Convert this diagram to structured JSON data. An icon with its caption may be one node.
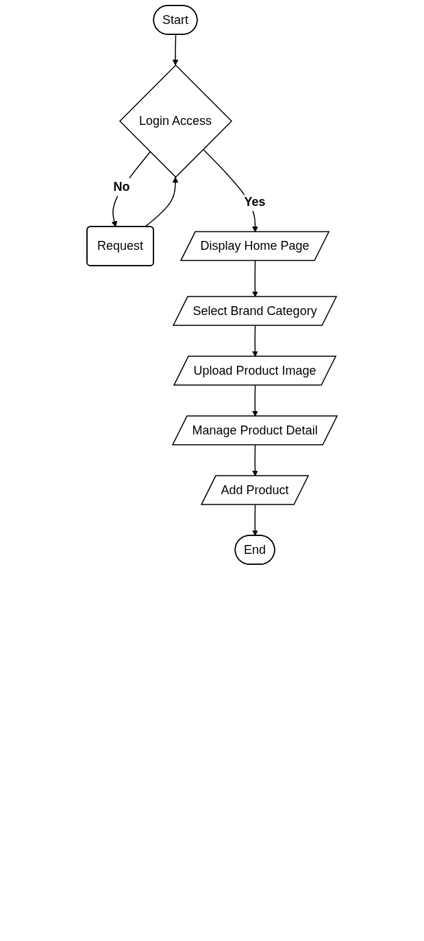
{
  "diagram": {
    "nodes": [
      {
        "text": [
          "Start"
        ]
      },
      {
        "text": [
          "Login Access"
        ]
      },
      {
        "text": [
          "Request"
        ]
      },
      {
        "text": [
          "Display Home Page"
        ]
      },
      {
        "text": [
          "Select Brand Category"
        ]
      },
      {
        "text": [
          "Upload Product Image"
        ]
      },
      {
        "text": [
          "Manage Product Detail"
        ]
      },
      {
        "text": [
          "Add Product"
        ]
      },
      {
        "text": [
          "End"
        ]
      }
    ],
    "edges": [
      {
        "from": 0,
        "to": 1,
        "arrow": "to"
      },
      {
        "from": 1,
        "to": 2,
        "label": "No",
        "arrow": "to"
      },
      {
        "from": 2,
        "to": 1,
        "arrow": "to"
      },
      {
        "from": 1,
        "to": 3,
        "label": "Yes",
        "arrow": "to"
      },
      {
        "from": 3,
        "to": 4,
        "arrow": "to"
      },
      {
        "from": 4,
        "to": 5,
        "arrow": "to"
      },
      {
        "from": 5,
        "to": 6,
        "arrow": "to"
      },
      {
        "from": 6,
        "to": 7,
        "arrow": "to"
      },
      {
        "from": 7,
        "to": 8,
        "arrow": "to"
      }
    ]
  }
}
